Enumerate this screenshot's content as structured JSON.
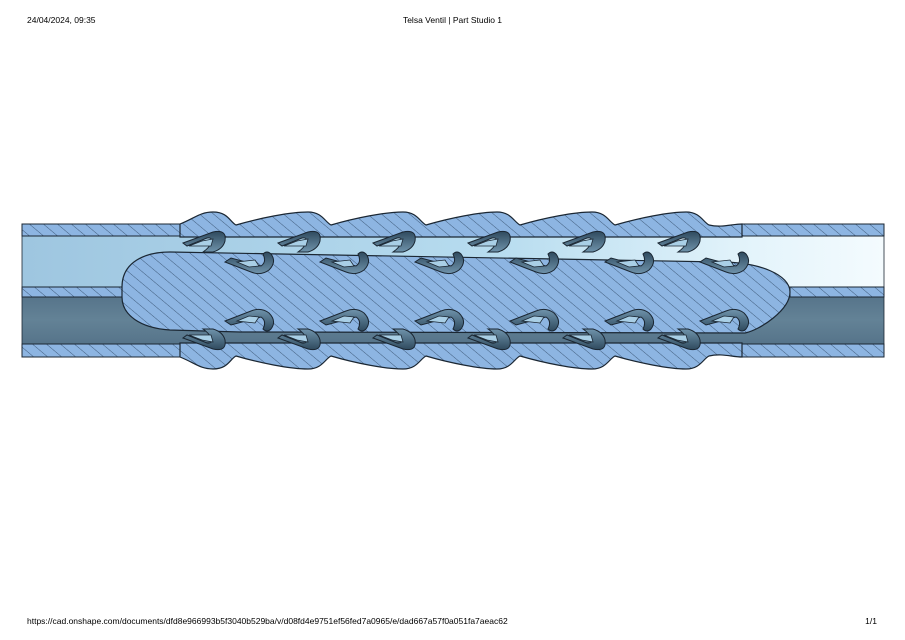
{
  "header": {
    "timestamp": "24/04/2024, 09:35",
    "title": "Telsa Ventil | Part Studio 1"
  },
  "footer": {
    "url": "https://cad.onshape.com/documents/dfd8e966993b5f3040b529ba/v/d08fd4e9751ef56fed7a0965/e/dad667a57f0a051fa7aeac62",
    "page": "1/1"
  },
  "drawing": {
    "subject": "tesla-valve-section-view",
    "bump_count": 6,
    "colors": {
      "section_fill": "#8db5e2",
      "hatch": "#1e3550",
      "outline": "#1b2733",
      "upper_channel": "#9ec6e0",
      "upper_channel_right": "#eef8fc",
      "lower_channel": "#5e7c90",
      "slot_shadow": "#3b5568",
      "slot_face": "#a9cfe6"
    }
  }
}
